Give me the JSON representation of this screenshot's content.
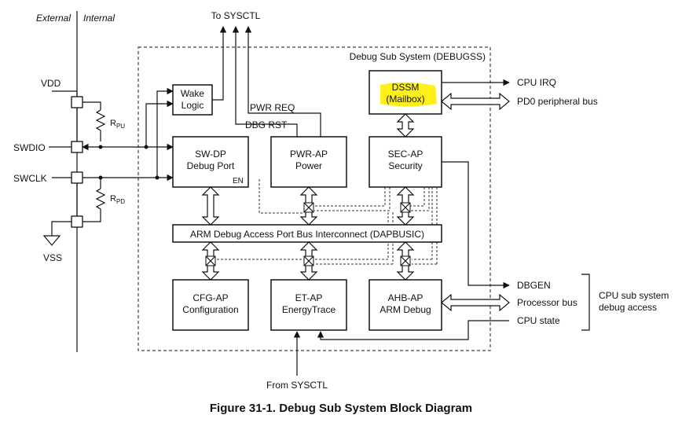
{
  "header": {
    "external": "External",
    "internal": "Internal"
  },
  "caption": "Figure 31-1. Debug Sub System Block Diagram",
  "system_label": "Debug Sub System (DEBUGSS)",
  "pins": {
    "vdd": "VDD",
    "vss": "VSS",
    "swdio": "SWDIO",
    "swclk": "SWCLK"
  },
  "resistors": {
    "pull_up": "R",
    "pull_up_sub": "PU",
    "pull_down": "R",
    "pull_down_sub": "PD"
  },
  "blocks": {
    "wake": [
      "Wake",
      "Logic"
    ],
    "dssm": [
      "DSSM",
      "(Mailbox)"
    ],
    "swdp": [
      "SW-DP",
      "Debug Port"
    ],
    "swdp_en": "EN",
    "pwrap": [
      "PWR-AP",
      "Power"
    ],
    "secap": [
      "SEC-AP",
      "Security"
    ],
    "bus": "ARM Debug Access Port Bus Interconnect (DAPBUSIC)",
    "cfgap": [
      "CFG-AP",
      "Configuration"
    ],
    "etap": [
      "ET-AP",
      "EnergyTrace"
    ],
    "ahbap": [
      "AHB-AP",
      "ARM Debug"
    ]
  },
  "signals": {
    "to_sysctl": "To SYSCTL",
    "from_sysctl": "From SYSCTL",
    "pwr_req": "PWR REQ",
    "dbg_rst": "DBG RST",
    "cpu_irq": "CPU IRQ",
    "pd0_bus": "PD0 peripheral bus",
    "dbgen": "DBGEN",
    "processor_bus": "Processor bus",
    "cpu_state": "CPU state"
  },
  "cpu_group": [
    "CPU sub system",
    "debug access"
  ],
  "colors": {
    "highlight": "#ffee00",
    "line": "#111111"
  }
}
